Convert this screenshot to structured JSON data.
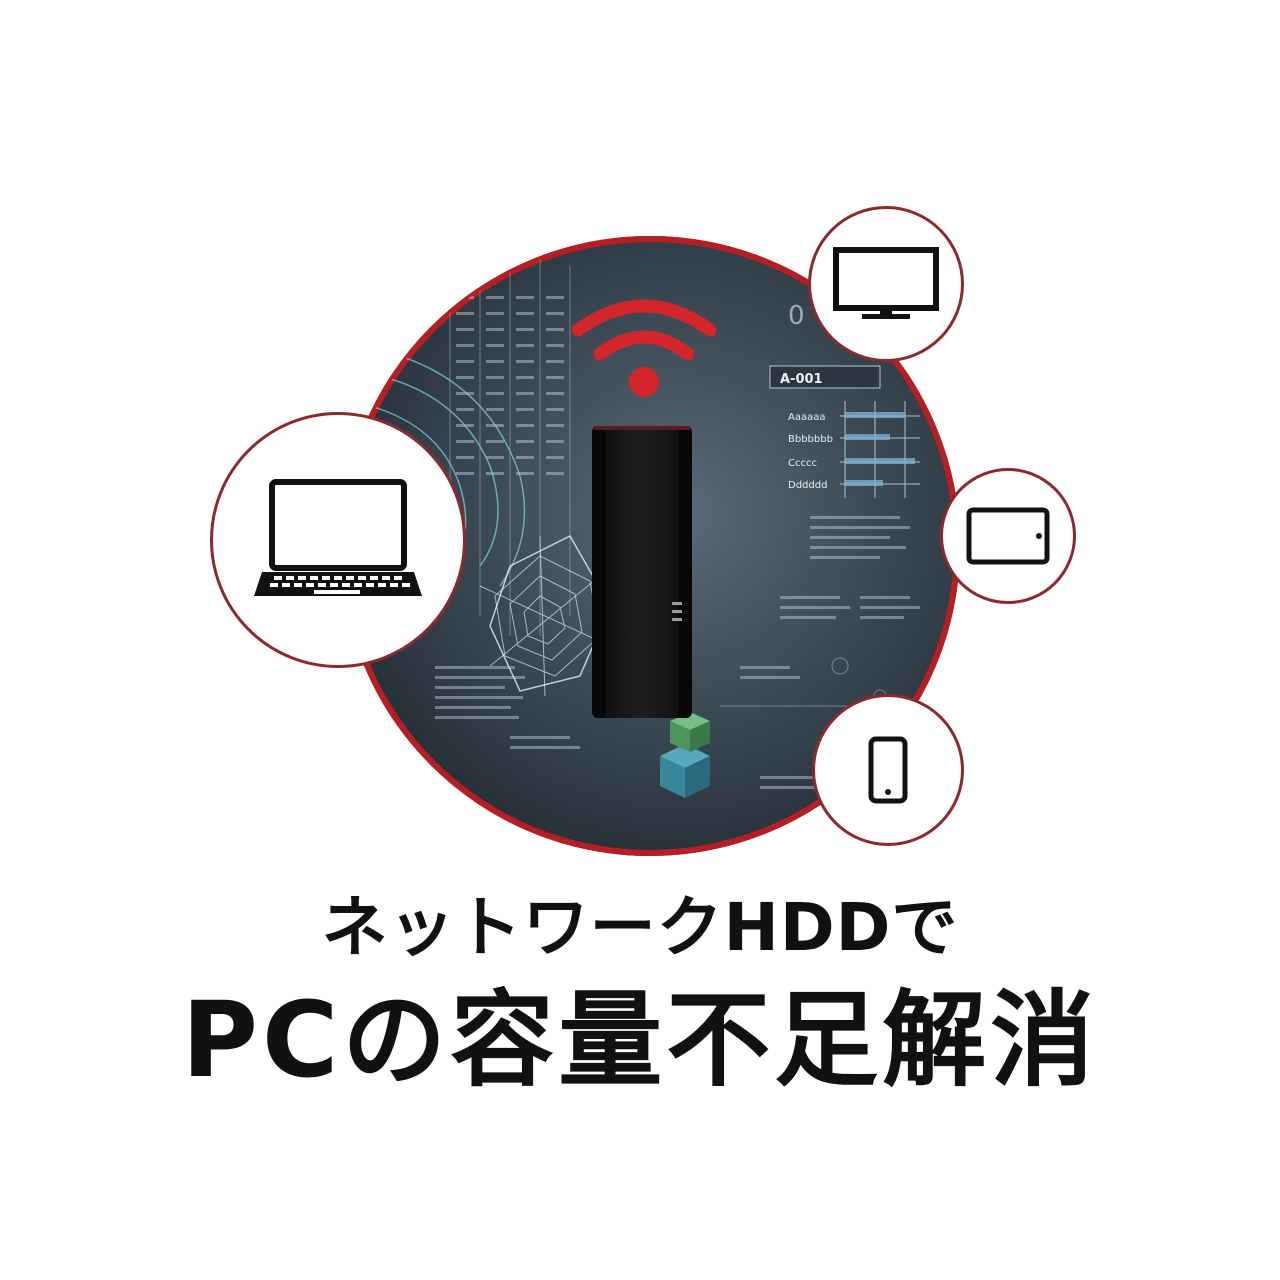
{
  "headline": {
    "line1": "ネットワークHDDで",
    "line2": "PCの容量不足解消"
  },
  "background_text": {
    "code": "A-001",
    "rows": [
      "Aaaaaa",
      "Bbbbbbb",
      "Ccccc",
      "Dddddd"
    ],
    "corner": "0"
  },
  "icons": {
    "center_device": "network-hdd-icon",
    "signal": "wifi-icon",
    "laptop": "laptop-icon",
    "tv": "tv-monitor-icon",
    "tablet": "tablet-icon",
    "phone": "smartphone-icon"
  },
  "colors": {
    "accent_red": "#b51f24",
    "ring": "#8b2a2d",
    "text": "#111111"
  }
}
